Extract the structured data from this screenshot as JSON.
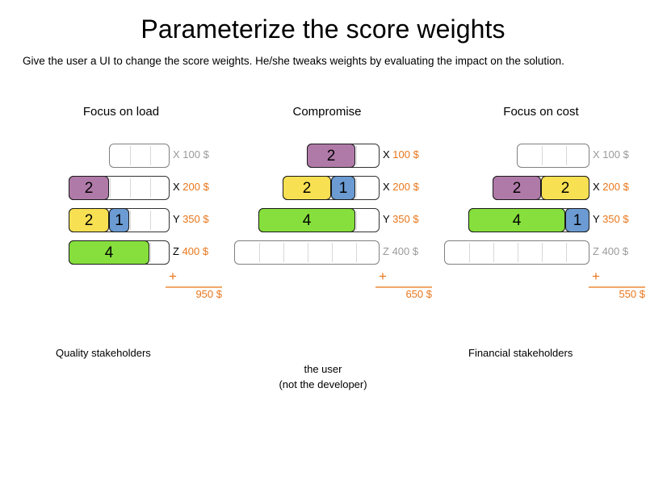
{
  "header": {
    "title": "Parameterize the score weights",
    "subtitle": "Give the user a UI to change the score weights. He/she tweaks weights by evaluating the impact on the solution."
  },
  "colors": {
    "purple": "#b07aa8",
    "yellow": "#f8e053",
    "green": "#86df3c",
    "blue": "#6b9bd2",
    "orange": "#e8761b",
    "rule": "#f0a868",
    "muted": "#9a9a9a",
    "outline": "#333333",
    "outline_empty": "#808080"
  },
  "columns": [
    {
      "heading": "Focus on load",
      "sum_label": "+",
      "total": "950 $",
      "rows": [
        {
          "letter": "X",
          "price": "100 $",
          "active": false,
          "slots": 3,
          "blocks": []
        },
        {
          "letter": "X",
          "price": "200 $",
          "active": true,
          "slots": 5,
          "blocks": [
            {
              "value": "2",
              "units": 2,
              "color": "purple"
            }
          ]
        },
        {
          "letter": "Y",
          "price": "350 $",
          "active": true,
          "slots": 5,
          "blocks": [
            {
              "value": "2",
              "units": 2,
              "color": "yellow"
            },
            {
              "value": "1",
              "units": 1,
              "color": "blue"
            }
          ]
        },
        {
          "letter": "Z",
          "price": "400 $",
          "active": true,
          "slots": 5,
          "blocks": [
            {
              "value": "4",
              "units": 4,
              "color": "green"
            }
          ]
        }
      ]
    },
    {
      "heading": "Compromise",
      "sum_label": "+",
      "total": "650 $",
      "rows": [
        {
          "letter": "X",
          "price": "100 $",
          "active": true,
          "slots": 3,
          "blocks": [
            {
              "value": "2",
              "units": 2,
              "color": "purple"
            }
          ]
        },
        {
          "letter": "X",
          "price": "200 $",
          "active": true,
          "slots": 4,
          "blocks": [
            {
              "value": "2",
              "units": 2,
              "color": "yellow"
            },
            {
              "value": "1",
              "units": 1,
              "color": "blue"
            }
          ]
        },
        {
          "letter": "Y",
          "price": "350 $",
          "active": true,
          "slots": 5,
          "blocks": [
            {
              "value": "4",
              "units": 4,
              "color": "green"
            }
          ]
        },
        {
          "letter": "Z",
          "price": "400 $",
          "active": false,
          "slots": 6,
          "blocks": []
        }
      ]
    },
    {
      "heading": "Focus on cost",
      "sum_label": "+",
      "total": "550 $",
      "rows": [
        {
          "letter": "X",
          "price": "100 $",
          "active": false,
          "slots": 3,
          "blocks": []
        },
        {
          "letter": "X",
          "price": "200 $",
          "active": true,
          "slots": 4,
          "blocks": [
            {
              "value": "2",
              "units": 2,
              "color": "purple"
            },
            {
              "value": "2",
              "units": 2,
              "color": "yellow"
            }
          ]
        },
        {
          "letter": "Y",
          "price": "350 $",
          "active": true,
          "slots": 5,
          "blocks": [
            {
              "value": "4",
              "units": 4,
              "color": "green"
            },
            {
              "value": "1",
              "units": 1,
              "color": "blue"
            }
          ]
        },
        {
          "letter": "Z",
          "price": "400 $",
          "active": false,
          "slots": 6,
          "blocks": []
        }
      ]
    }
  ],
  "axis": {
    "left_label": "Quality stakeholders",
    "right_label": "Financial stakeholders",
    "actor_line1": "the user",
    "actor_line2": "(not the developer)"
  }
}
